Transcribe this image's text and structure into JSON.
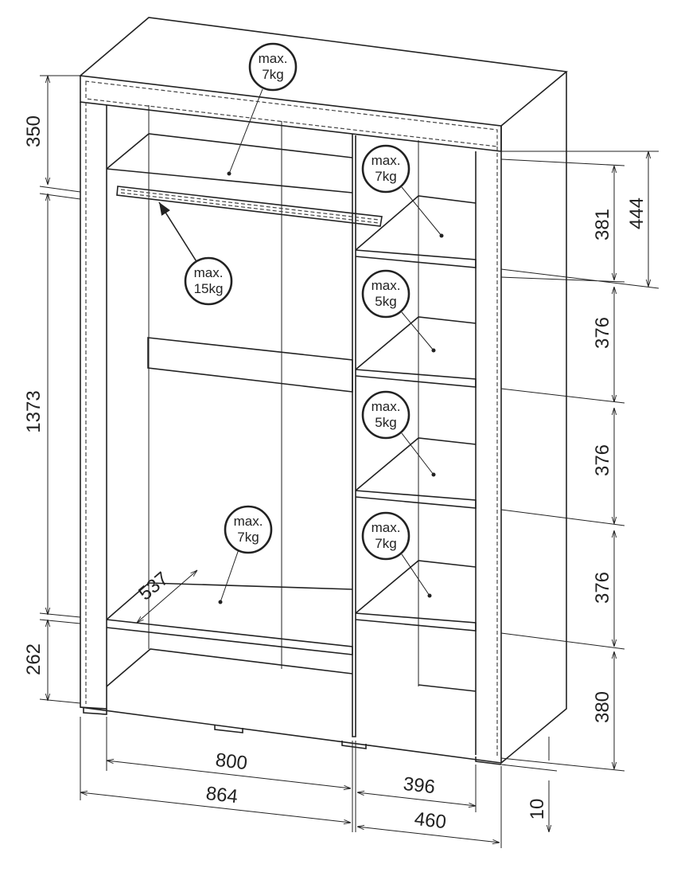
{
  "dimensions": {
    "top_height": "350",
    "middle_height": "1373",
    "bottom_height": "262",
    "depth_inner": "537",
    "inner_width": "800",
    "outer_width": "864",
    "right_inner_width": "396",
    "right_outer_width": "460",
    "shelf_1": "381",
    "top_right": "444",
    "shelf_2": "376",
    "shelf_3": "376",
    "shelf_4": "376",
    "shelf_5": "380",
    "plinth": "10"
  },
  "loads": [
    {
      "line1": "max.",
      "line2": "7kg"
    },
    {
      "line1": "max.",
      "line2": "7kg"
    },
    {
      "line1": "max.",
      "line2": "15kg"
    },
    {
      "line1": "max.",
      "line2": "5kg"
    },
    {
      "line1": "max.",
      "line2": "5kg"
    },
    {
      "line1": "max.",
      "line2": "7kg"
    },
    {
      "line1": "max.",
      "line2": "7kg"
    }
  ]
}
